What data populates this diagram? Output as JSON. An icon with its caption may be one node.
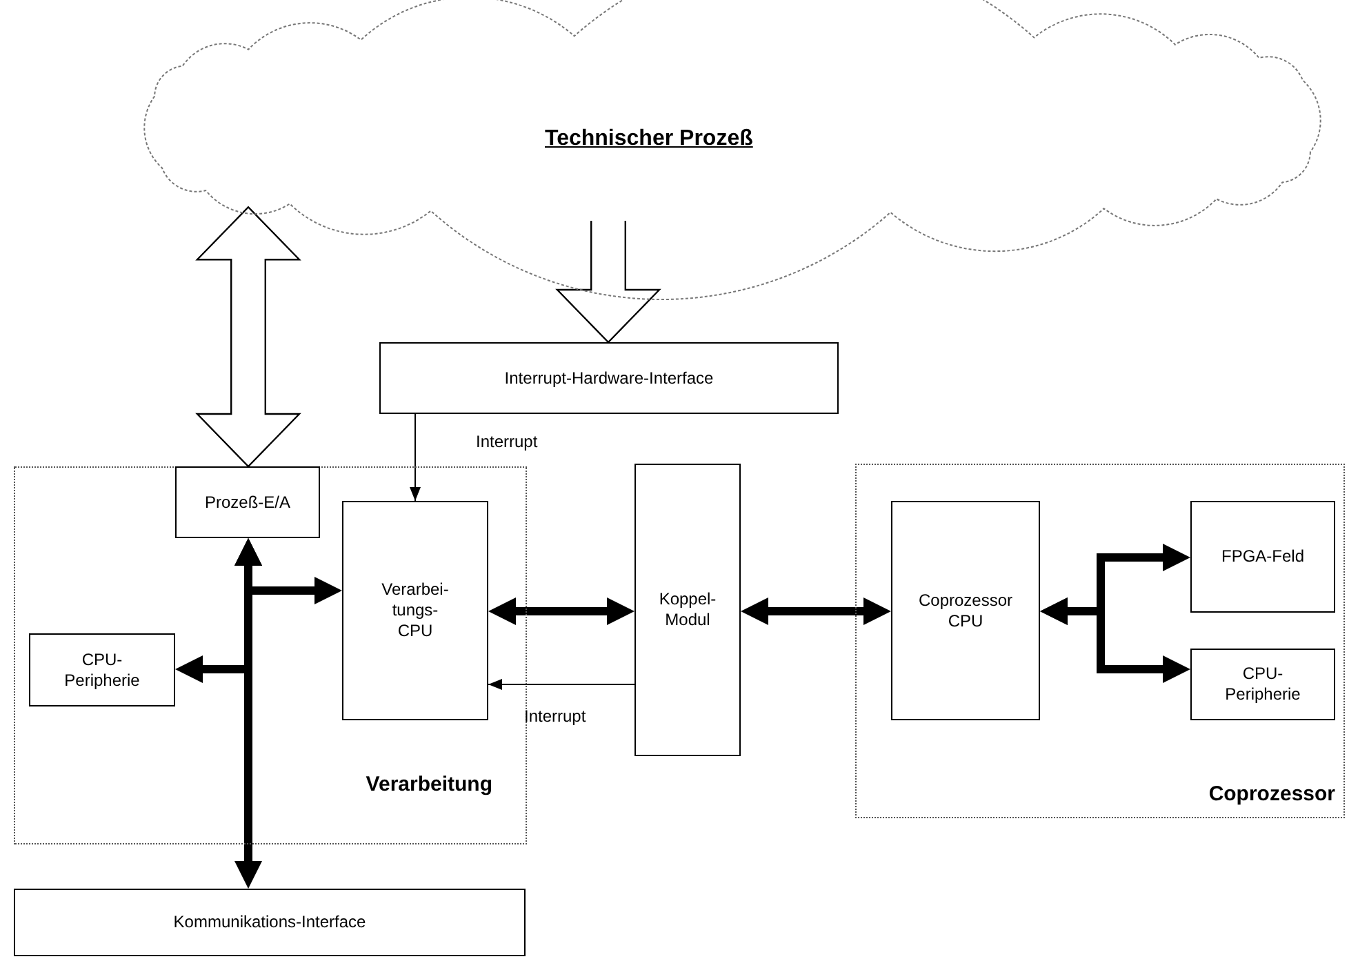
{
  "diagram": {
    "nodes": [
      {
        "text": [
          "Technischer Prozeß"
        ]
      },
      {
        "text": [
          "Interrupt-Hardware-Interface"
        ]
      },
      {
        "text": [
          "Verarbeitung"
        ]
      },
      {
        "text": [
          "Prozeß-E/A"
        ],
        "in": 2
      },
      {
        "text": [
          "Verarbei- tungs- CPU"
        ],
        "in": 2
      },
      {
        "text": [
          "CPU- Peripherie"
        ],
        "in": 2
      },
      {
        "text": [
          "Koppel- Modul"
        ]
      },
      {
        "text": [
          "Coprozessor"
        ]
      },
      {
        "text": [
          "Coprozessor CPU"
        ],
        "in": 7
      },
      {
        "text": [
          "FPGA-Feld"
        ],
        "in": 7
      },
      {
        "text": [
          "CPU- Peripherie"
        ],
        "in": 7
      },
      {
        "text": [
          "Kommunikations-Interface"
        ]
      }
    ],
    "edges": [
      {
        "from": 0,
        "to": 3,
        "arrow": "both",
        "style": "thick"
      },
      {
        "from": 0,
        "to": 1,
        "arrow": "to",
        "style": "thick"
      },
      {
        "from": 1,
        "to": 4,
        "arrow": "to",
        "label": "Interrupt"
      },
      {
        "from": 3,
        "to": 4,
        "arrow": "both"
      },
      {
        "from": 3,
        "to": 5,
        "arrow": "both"
      },
      {
        "from": 3,
        "to": 11,
        "arrow": "both"
      },
      {
        "from": 4,
        "to": 6,
        "arrow": "both"
      },
      {
        "from": 6,
        "to": 8,
        "arrow": "both"
      },
      {
        "from": 6,
        "to": 4,
        "arrow": "to",
        "label": "Interrupt"
      },
      {
        "from": 8,
        "to": 9,
        "arrow": "both"
      },
      {
        "from": 8,
        "to": 10,
        "arrow": "both"
      }
    ]
  }
}
